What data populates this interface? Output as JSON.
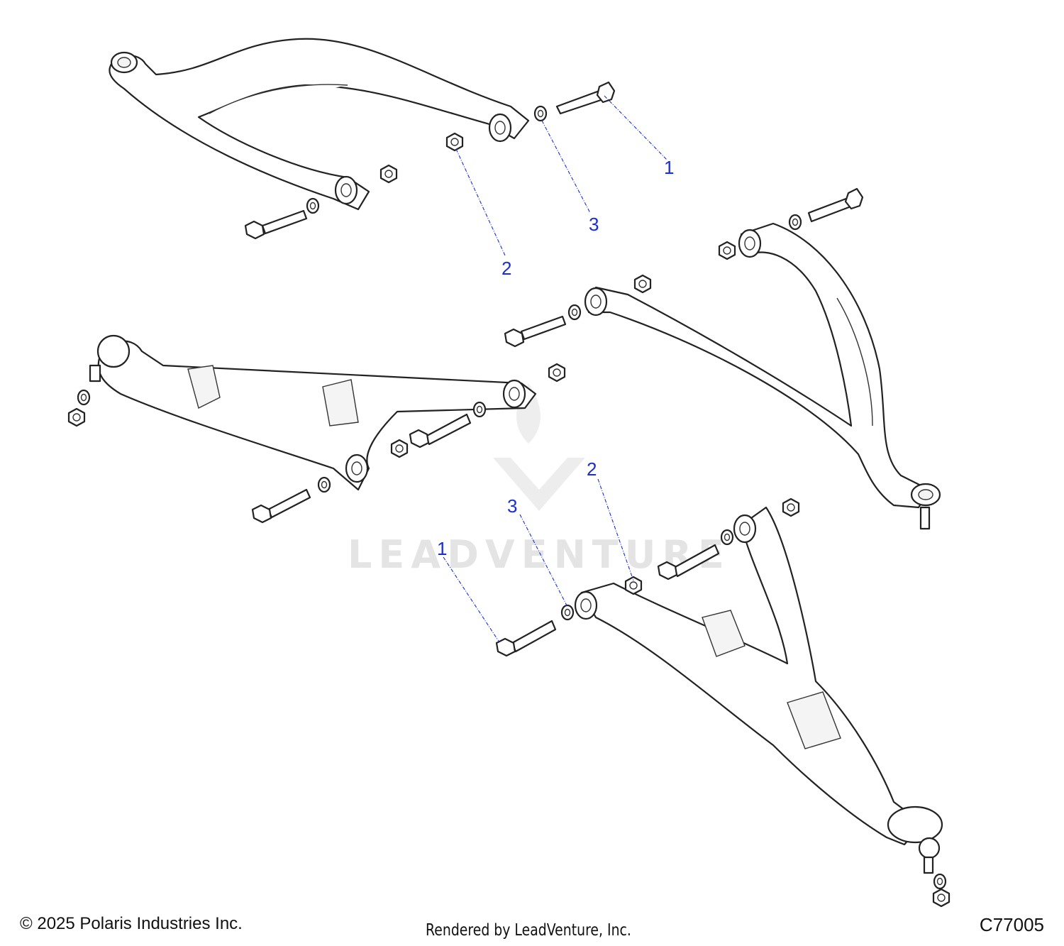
{
  "diagram": {
    "callouts": [
      {
        "label": "1",
        "part": "bolt"
      },
      {
        "label": "3",
        "part": "washer"
      },
      {
        "label": "2",
        "part": "nut"
      },
      {
        "label": "2",
        "part": "nut"
      },
      {
        "label": "3",
        "part": "washer"
      },
      {
        "label": "1",
        "part": "bolt"
      }
    ],
    "watermark": "LEADVENTURE",
    "colors": {
      "callout": "#1a2fd0",
      "line": "#222222",
      "watermark": "#e2e2e2"
    }
  },
  "footer": {
    "copyright": "© 2025 Polaris Industries Inc.",
    "rendered_by": "Rendered by LeadVenture, Inc.",
    "diagram_id": "C77005"
  }
}
